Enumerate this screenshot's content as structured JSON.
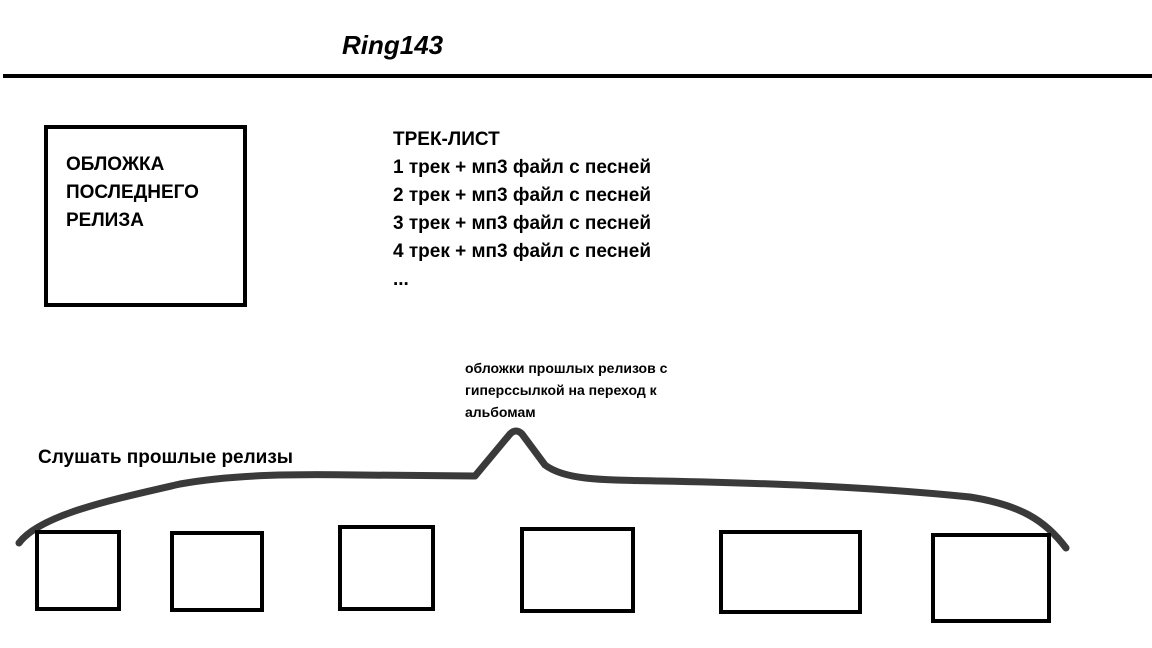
{
  "header": {
    "title": "Ring143"
  },
  "latest_release": {
    "cover_label": "ОБЛОЖКА ПОСЛЕДНЕГО РЕЛИЗА"
  },
  "tracklist": {
    "heading": "ТРЕК-ЛИСТ",
    "tracks": [
      "1 трек + мп3 файл с песней",
      "2 трек + мп3 файл с песней",
      "3 трек + мп3 файл с песней",
      "4 трек + мп3 файл с песней"
    ],
    "more": "..."
  },
  "past_releases": {
    "label": "Слушать прошлые релизы",
    "annotation": "обложки прошлых релизов с гиперссылкой на переход к альбомам",
    "item_count": 6
  },
  "colors": {
    "ink": "#000000",
    "brace": "#3a3a3a",
    "background": "#ffffff"
  }
}
